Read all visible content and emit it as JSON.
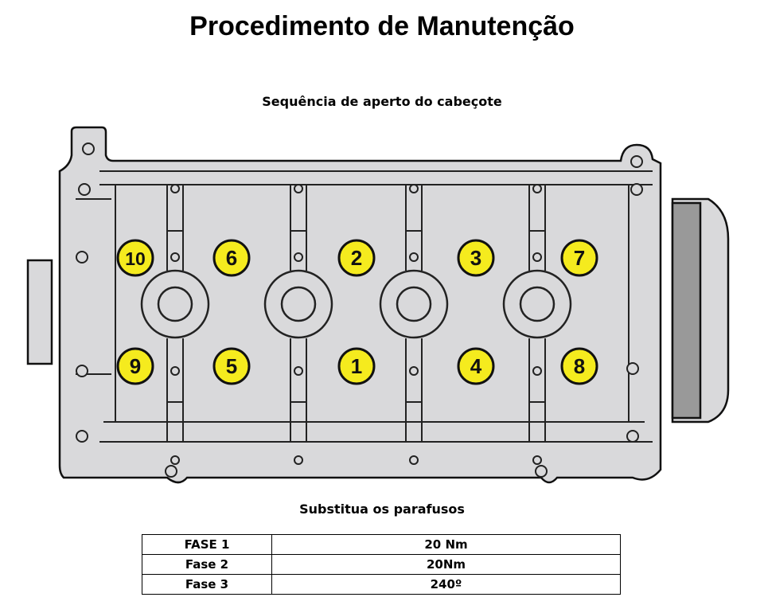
{
  "title": "Procedimento de Manutenção",
  "diagram": {
    "subtitle": "Sequência de aperto do cabeçote",
    "bolts_top": [
      "10",
      "6",
      "2",
      "3",
      "7"
    ],
    "bolts_bottom": [
      "9",
      "5",
      "1",
      "4",
      "8"
    ],
    "bolt_color": "#f5eb1e",
    "head_color": "#d9d9db"
  },
  "note": "Substitua os parafusos",
  "torque_table": {
    "rows": [
      {
        "phase": "FASE 1",
        "value": "20 Nm"
      },
      {
        "phase": "Fase 2",
        "value": "20Nm"
      },
      {
        "phase": "Fase 3",
        "value": "240º"
      }
    ]
  }
}
